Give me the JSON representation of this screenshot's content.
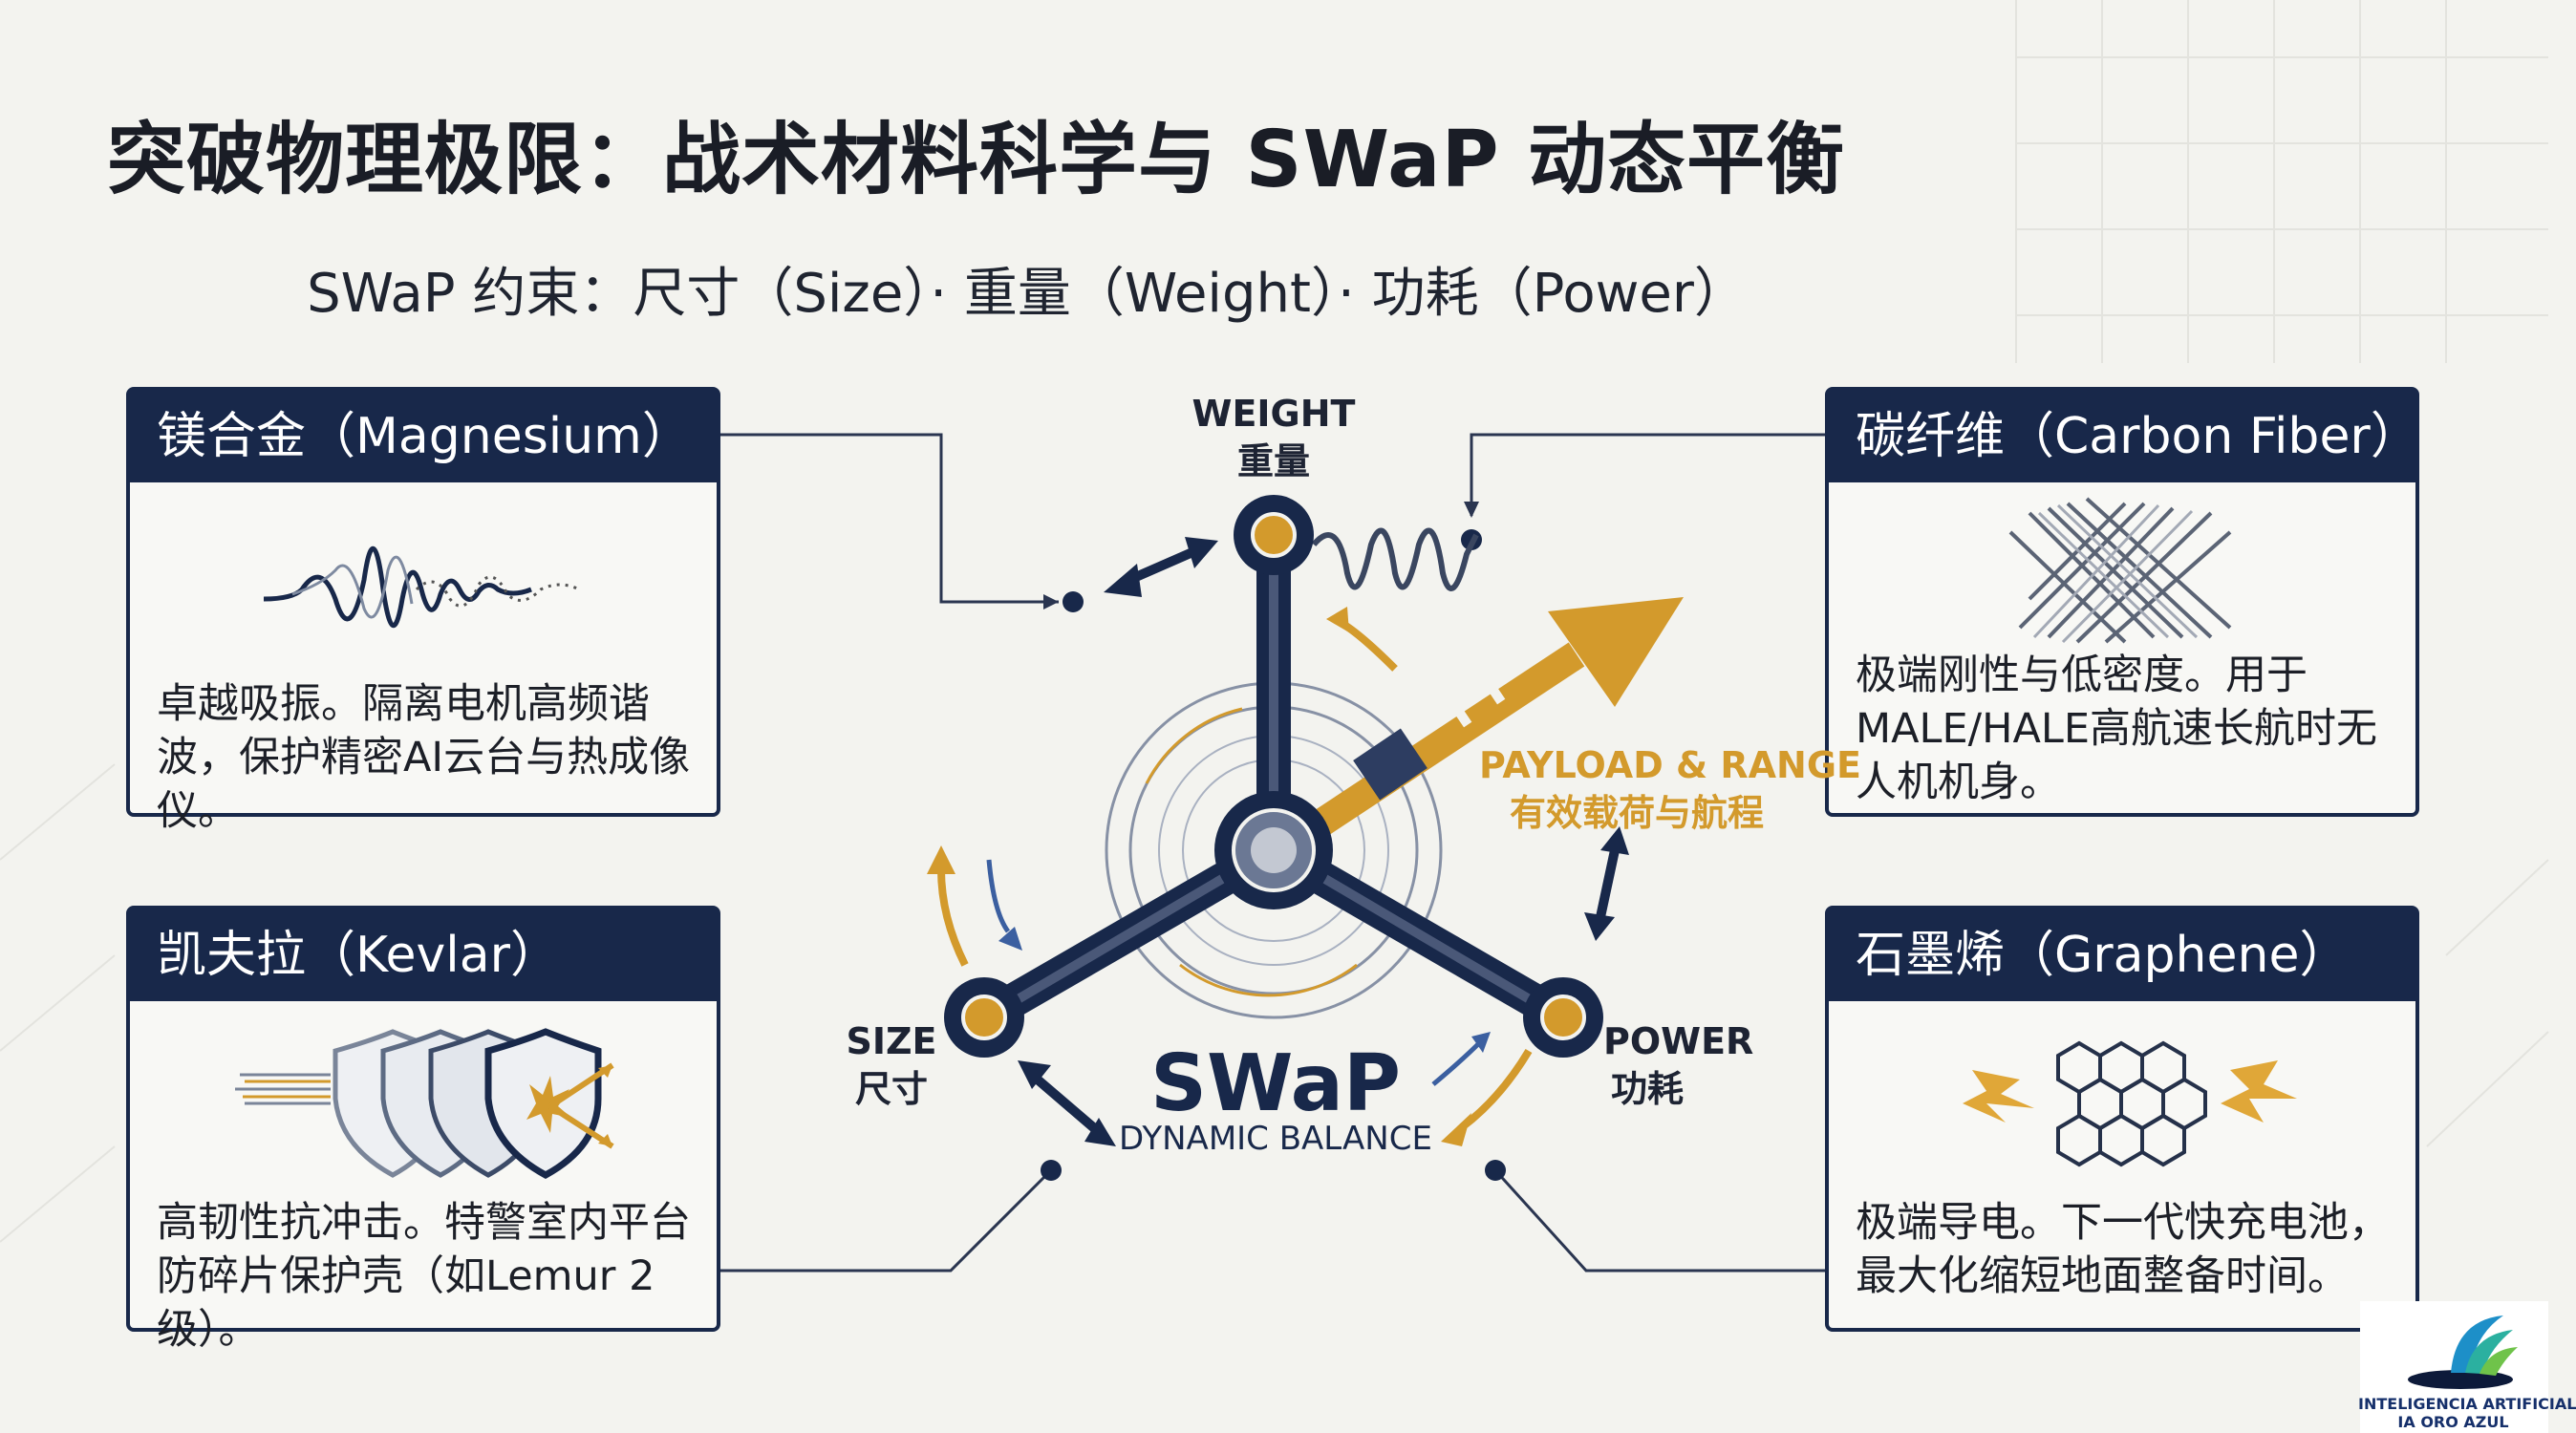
{
  "title": "突破物理极限：战术材料科学与 SWaP 动态平衡",
  "subtitle": "SWaP 约束：尺寸（Size）· 重量（Weight）· 功耗（Power）",
  "cards": {
    "magnesium": {
      "heading": "镁合金（Magnesium）",
      "body": "卓越吸振。隔离电机高频谐波，保护精密AI云台与热成像仪。"
    },
    "kevlar": {
      "heading": "凯夫拉（Kevlar）",
      "body": "高韧性抗冲击。特警室内平台防碎片保护壳（如Lemur 2级）。"
    },
    "carbon": {
      "heading": "碳纤维（Carbon Fiber）",
      "body": "极端刚性与低密度。用于MALE/HALE高航速长航时无人机机身。"
    },
    "graphene": {
      "heading": "石墨烯（Graphene）",
      "body": "极端导电。下一代快充电池，最大化缩短地面整备时间。"
    }
  },
  "center": {
    "weight": {
      "en": "WEIGHT",
      "cn": "重量"
    },
    "size": {
      "en": "SIZE",
      "cn": "尺寸"
    },
    "power": {
      "en": "POWER",
      "cn": "功耗"
    },
    "payload": {
      "en": "PAYLOAD & RANGE",
      "cn": "有效载荷与航程"
    },
    "swap": "SWaP",
    "balance": "DYNAMIC BALANCE"
  },
  "logo": {
    "line1": "INTELIGENCIA ARTIFICIAL",
    "line2": "IA ORO AZUL"
  },
  "colors": {
    "navy": "#18284a",
    "gold": "#d39a2c",
    "background": "#f3f3ef"
  }
}
